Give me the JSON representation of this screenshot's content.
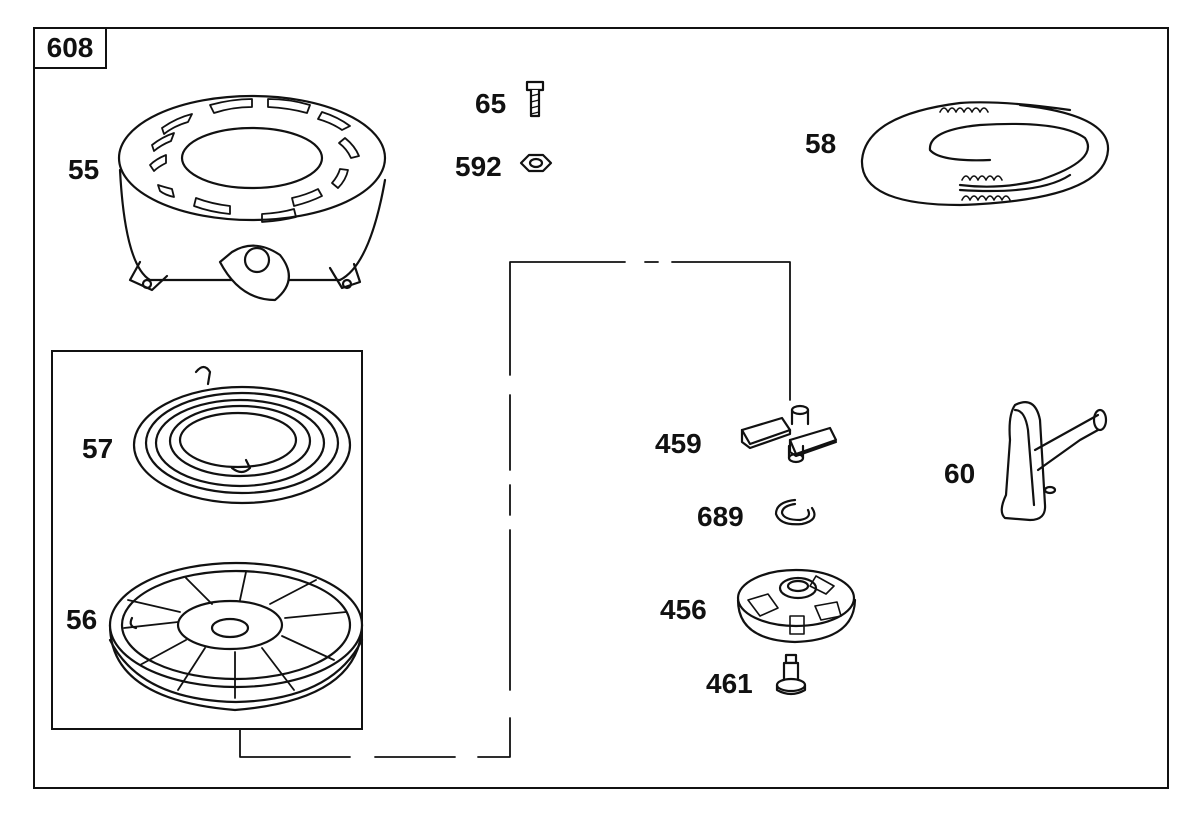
{
  "diagram_number": "608",
  "callouts": {
    "p55": "55",
    "p65": "65",
    "p592": "592",
    "p58": "58",
    "p57": "57",
    "p56": "56",
    "p459": "459",
    "p60": "60",
    "p689": "689",
    "p456": "456",
    "p461": "461"
  }
}
